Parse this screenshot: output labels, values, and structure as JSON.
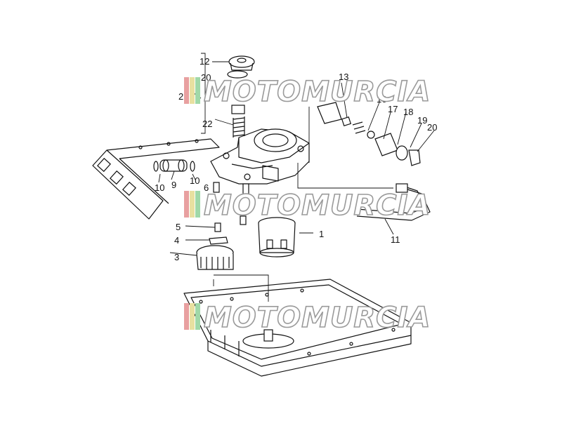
{
  "brand": {
    "watermark_text": "MOTOMURCIA",
    "stripe_colors": [
      "#e8a0a0",
      "#e8e0a0",
      "#a0d8a8"
    ]
  },
  "callouts": {
    "p1": "1",
    "p3": "3",
    "p4": "4",
    "p5": "5",
    "p6": "6",
    "p9": "9",
    "p10a": "10",
    "p10b": "10",
    "p11": "11",
    "p12": "12",
    "p13": "13",
    "p16": "16",
    "p17": "17",
    "p18": "18",
    "p19": "19",
    "p20": "20",
    "p20b": "20",
    "p21": "21",
    "p22": "22"
  },
  "colors": {
    "line": "#111111",
    "background": "#ffffff",
    "watermark_outline": "#9a9a9a"
  }
}
